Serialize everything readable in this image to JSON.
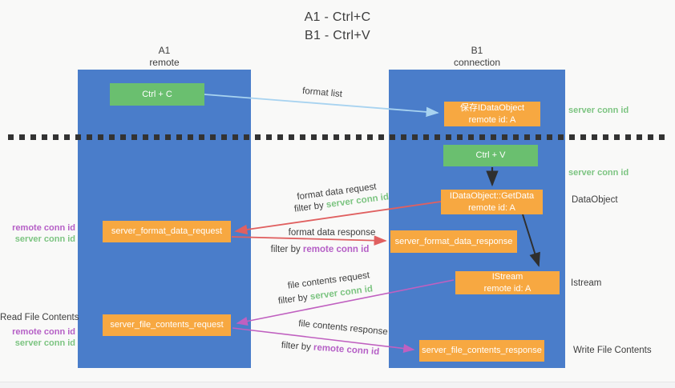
{
  "title": {
    "line1": "A1 - Ctrl+C",
    "line2": "B1 - Ctrl+V"
  },
  "columns": {
    "a1": {
      "name": "A1",
      "subtitle": "remote"
    },
    "b1": {
      "name": "B1",
      "subtitle": "connection"
    }
  },
  "boxes": {
    "ctrl_c": {
      "label": "Ctrl + C"
    },
    "save_idataobject": {
      "line1": "保存IDataObject",
      "line2": "remote id: A"
    },
    "ctrl_v": {
      "label": "Ctrl + V"
    },
    "getdata": {
      "line1": "IDataObject::GetData",
      "line2": "remote id: A"
    },
    "format_request": {
      "label": "server_format_data_request"
    },
    "format_response": {
      "label": "server_format_data_response"
    },
    "istream": {
      "line1": "IStream",
      "line2": "remote id: A"
    },
    "file_request": {
      "label": "server_file_contents_request"
    },
    "file_response": {
      "label": "server_file_contents_response"
    }
  },
  "edges": {
    "format_list": {
      "label": "format list"
    },
    "format_data_request": {
      "label": "format data request",
      "filter_prefix": "filter by ",
      "filter_key": "server conn id"
    },
    "format_data_response": {
      "label": "format data response",
      "filter_prefix": "filter by ",
      "filter_key": "remote conn id"
    },
    "file_contents_request": {
      "label": "file contents request",
      "filter_prefix": "filter by ",
      "filter_key": "server conn id"
    },
    "file_contents_response": {
      "label": "file contents response",
      "filter_prefix": "filter by ",
      "filter_key": "remote conn id"
    }
  },
  "annotations": {
    "right_server_conn_top": "server conn id",
    "right_server_conn_mid": "server conn id",
    "right_dataobject": "DataObject",
    "right_istream": "Istream",
    "right_write_file": "Write File Contents",
    "left_remote_conn_format": "remote conn id",
    "left_server_conn_format": "server conn id",
    "left_read_file": "Read File Contents",
    "left_remote_conn_file": "remote conn id",
    "left_server_conn_file": "server conn id"
  },
  "colors": {
    "column_blue": "#4a7dca",
    "box_green": "#6abf6f",
    "box_orange": "#f7a841",
    "label_green": "#7cc481",
    "label_purple": "#b55fc6",
    "arrow_red": "#e06060",
    "arrow_light_blue": "#a8d3f0",
    "arrow_purple": "#c060c0",
    "arrow_black": "#2f2f2f"
  }
}
